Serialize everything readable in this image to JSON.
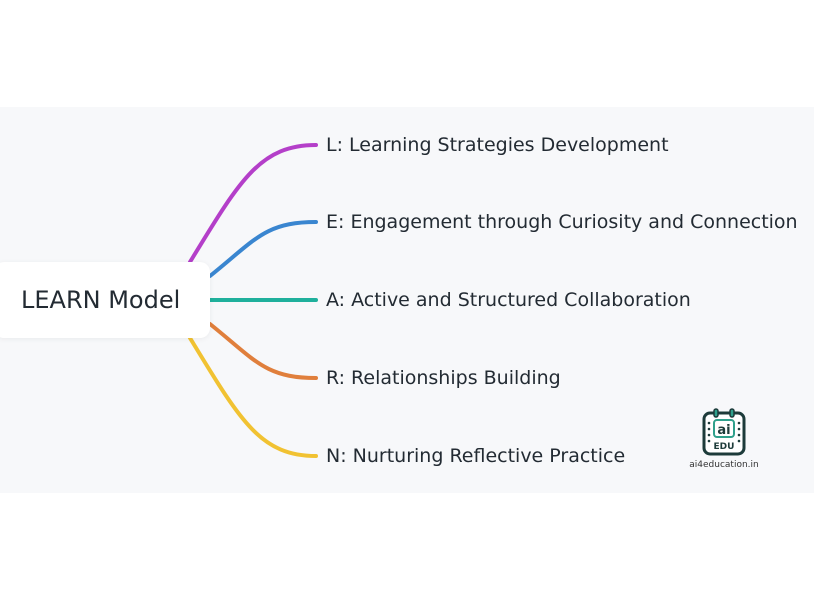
{
  "root": {
    "label": "LEARN Model"
  },
  "branches": [
    {
      "label": "L: Learning Strategies Development",
      "color": "#b43fc9"
    },
    {
      "label": "E: Engagement through Curiosity and Connection",
      "color": "#3a86d0"
    },
    {
      "label": "A: Active and Structured Collaboration",
      "color": "#1fb09c"
    },
    {
      "label": "R: Relationships Building",
      "color": "#e07f3c"
    },
    {
      "label": "N: Nurturing Reflective Practice",
      "color": "#f1c232"
    }
  ],
  "logo": {
    "text": "ai EDU",
    "url": "ai4education.in"
  }
}
